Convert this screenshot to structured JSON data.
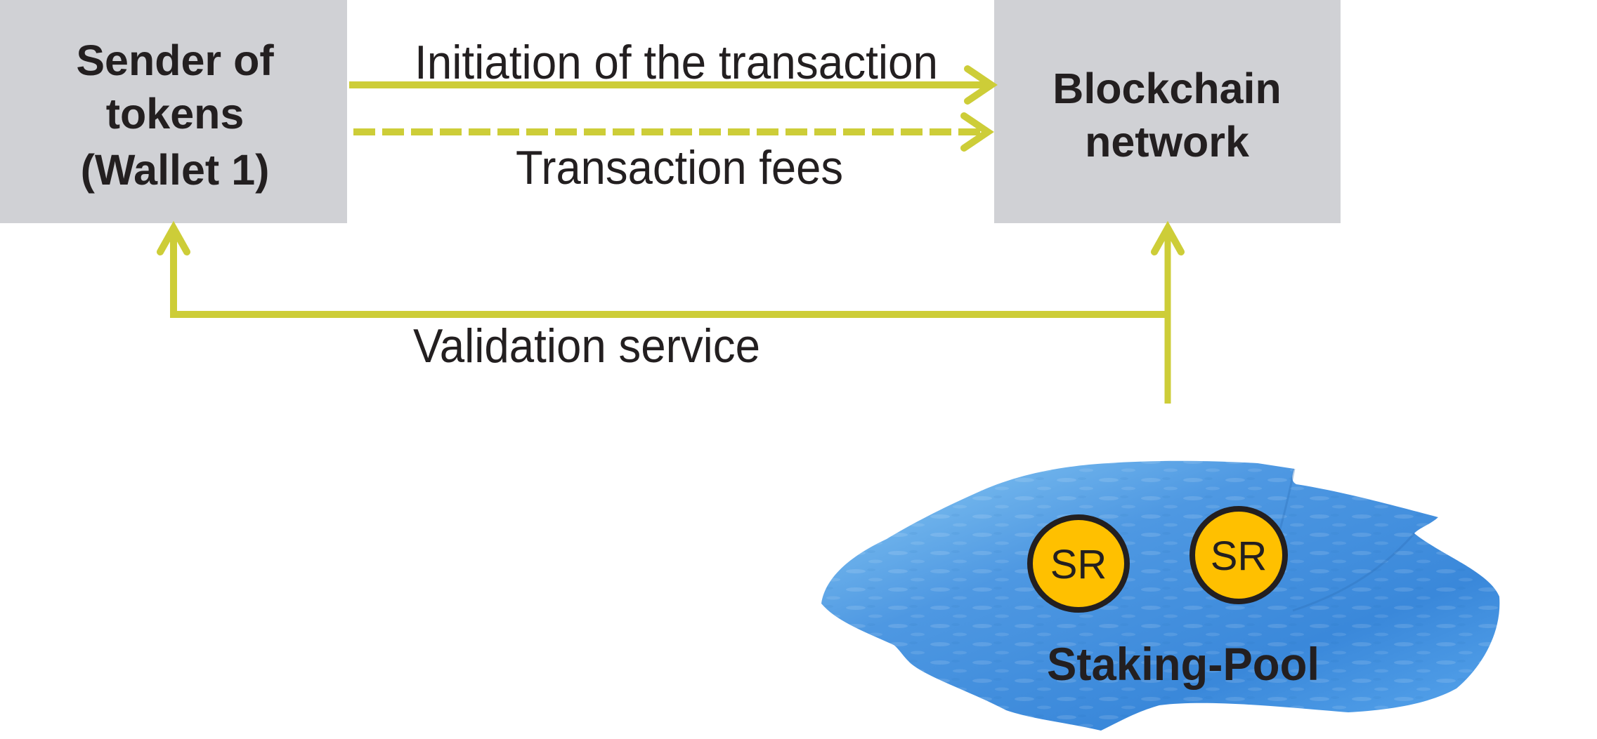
{
  "colors": {
    "box_fill": "#D0D1D5",
    "arrow": "#CDCD38",
    "text": "#231F20",
    "coin_fill": "#FFC000",
    "coin_stroke": "#231F20",
    "pool_light": "#7FC3F2",
    "pool_mid": "#4A94E0",
    "pool_dark": "#3A86D8"
  },
  "nodes": {
    "sender": {
      "lines": [
        "Sender of",
        "tokens",
        "(Wallet 1)"
      ]
    },
    "blockchain": {
      "lines": [
        "Blockchain",
        "network"
      ]
    },
    "staking_pool": {
      "label": "Staking-Pool",
      "members": [
        {
          "label": "SR"
        },
        {
          "label": "SR"
        }
      ]
    }
  },
  "edges": {
    "initiation": {
      "label": "Initiation of the transaction",
      "from": "sender",
      "to": "blockchain",
      "style": "solid"
    },
    "fees": {
      "label": "Transaction fees",
      "from": "sender",
      "to": "blockchain",
      "style": "dashed"
    },
    "validation": {
      "label": "Validation service",
      "from": "staking_pool",
      "to": [
        "blockchain",
        "sender"
      ],
      "style": "solid"
    }
  }
}
